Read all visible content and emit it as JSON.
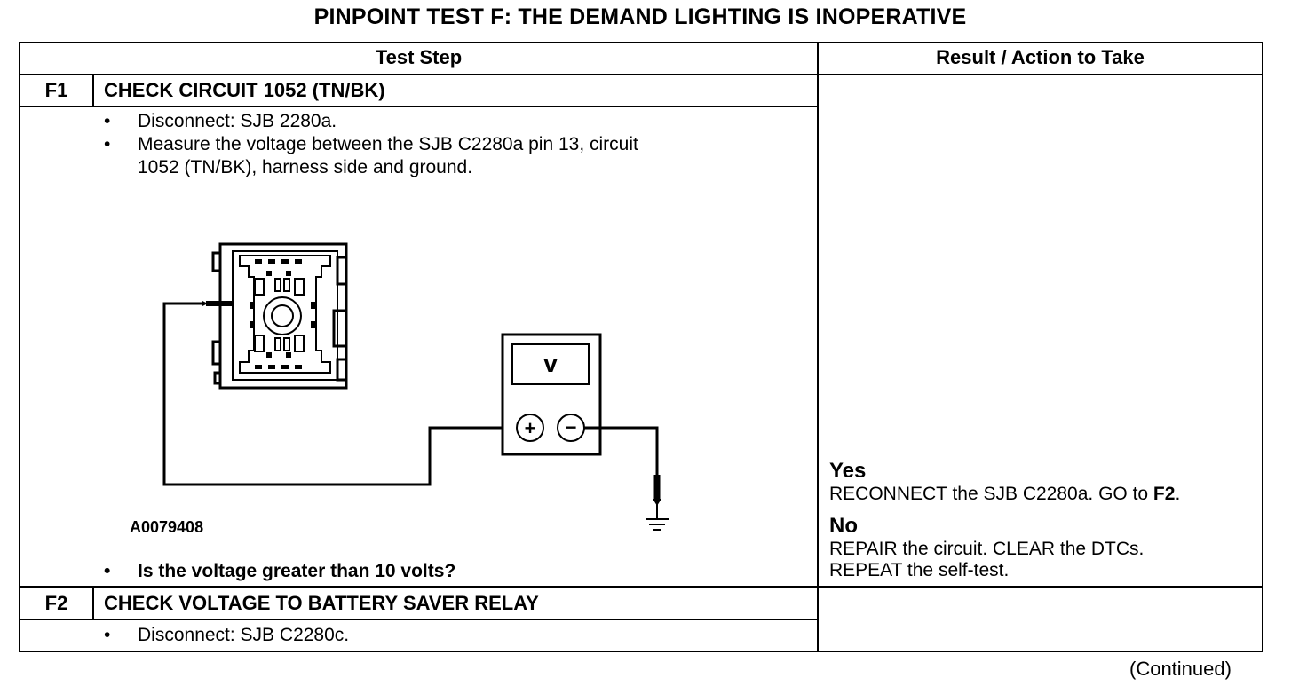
{
  "title": "PINPOINT TEST  F: THE DEMAND LIGHTING IS INOPERATIVE",
  "table": {
    "col_headers": [
      "Test Step",
      "Result / Action to Take"
    ]
  },
  "steps": [
    {
      "id": "F1",
      "title": "CHECK CIRCUIT 1052 (TN/BK)",
      "bullets": [
        "Disconnect: SJB 2280a.",
        "Measure the voltage between the SJB C2280a pin 13, circuit\n1052 (TN/BK), harness side and ground."
      ],
      "figure": {
        "id": "A0079408",
        "meter_symbol": "v",
        "plus": "+",
        "minus": "−"
      },
      "question": "Is the voltage greater than 10 volts?",
      "results": {
        "yes_label": "Yes",
        "yes_text_pre": "RECONNECT the SJB C2280a. GO to ",
        "yes_goto": "F2",
        "yes_text_post": ".",
        "no_label": "No",
        "no_text": "REPAIR the circuit. CLEAR the DTCs.\nREPEAT the self-test."
      }
    },
    {
      "id": "F2",
      "title": "CHECK VOLTAGE TO BATTERY SAVER RELAY",
      "bullets": [
        "Disconnect: SJB C2280c."
      ]
    }
  ],
  "bullet_char": "•",
  "continued": "(Continued)"
}
